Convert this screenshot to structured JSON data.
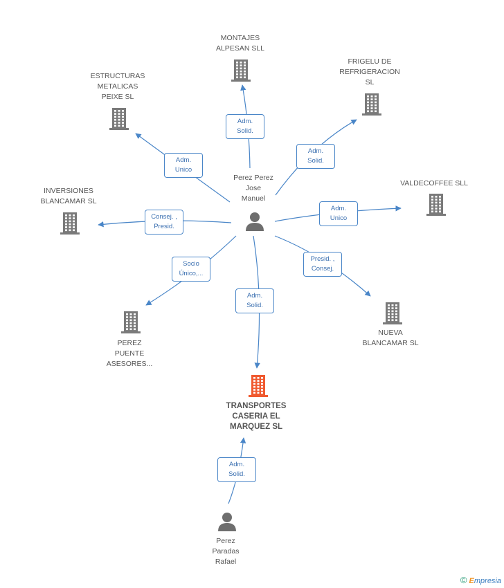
{
  "nodes": [
    {
      "id": "perez_jose",
      "label": "Perez Perez\nJose\nManuel",
      "type": "person"
    },
    {
      "id": "transportes",
      "label": "TRANSPORTES\nCASERIA EL\nMARQUEZ SL",
      "type": "company-main"
    },
    {
      "id": "montajes",
      "label": "MONTAJES\nALPESAN  SLL",
      "type": "company"
    },
    {
      "id": "frigelu",
      "label": "FRIGELU DE\nREFRIGERACION\nSL",
      "type": "company"
    },
    {
      "id": "estructuras",
      "label": "ESTRUCTURAS\nMETALICAS\nPEIXE SL",
      "type": "company"
    },
    {
      "id": "inversiones",
      "label": "INVERSIONES\nBLANCAMAR SL",
      "type": "company"
    },
    {
      "id": "valdecoffee",
      "label": "VALDECOFFEE SLL",
      "type": "company"
    },
    {
      "id": "perez_puente",
      "label": "PEREZ\nPUENTE\nASESORES...",
      "type": "company"
    },
    {
      "id": "nueva",
      "label": "NUEVA\nBLANCAMAR SL",
      "type": "company"
    },
    {
      "id": "perez_rafael",
      "label": "Perez\nParadas\nRafael",
      "type": "person"
    }
  ],
  "edges": [
    {
      "from": "perez_jose",
      "to": "montajes",
      "label": "Adm.\nSolid."
    },
    {
      "from": "perez_jose",
      "to": "frigelu",
      "label": "Adm.\nSolid."
    },
    {
      "from": "perez_jose",
      "to": "estructuras",
      "label": "Adm.\nUnico"
    },
    {
      "from": "perez_jose",
      "to": "inversiones",
      "label": "Consej. ,\nPresid."
    },
    {
      "from": "perez_jose",
      "to": "valdecoffee",
      "label": "Adm.\nUnico"
    },
    {
      "from": "perez_jose",
      "to": "perez_puente",
      "label": "Socio\nÚnico,..."
    },
    {
      "from": "perez_jose",
      "to": "nueva",
      "label": "Presid. ,\nConsej."
    },
    {
      "from": "perez_jose",
      "to": "transportes",
      "label": "Adm.\nSolid."
    },
    {
      "from": "perez_rafael",
      "to": "transportes",
      "label": "Adm.\nSolid."
    }
  ],
  "colors": {
    "edge": "#4a86c8",
    "company": "#7a7a7a",
    "main_company": "#f05a30",
    "person": "#6e6e6e"
  },
  "footer": {
    "copyright": "©",
    "brand_initial": "E",
    "brand_rest": "mpresia"
  }
}
